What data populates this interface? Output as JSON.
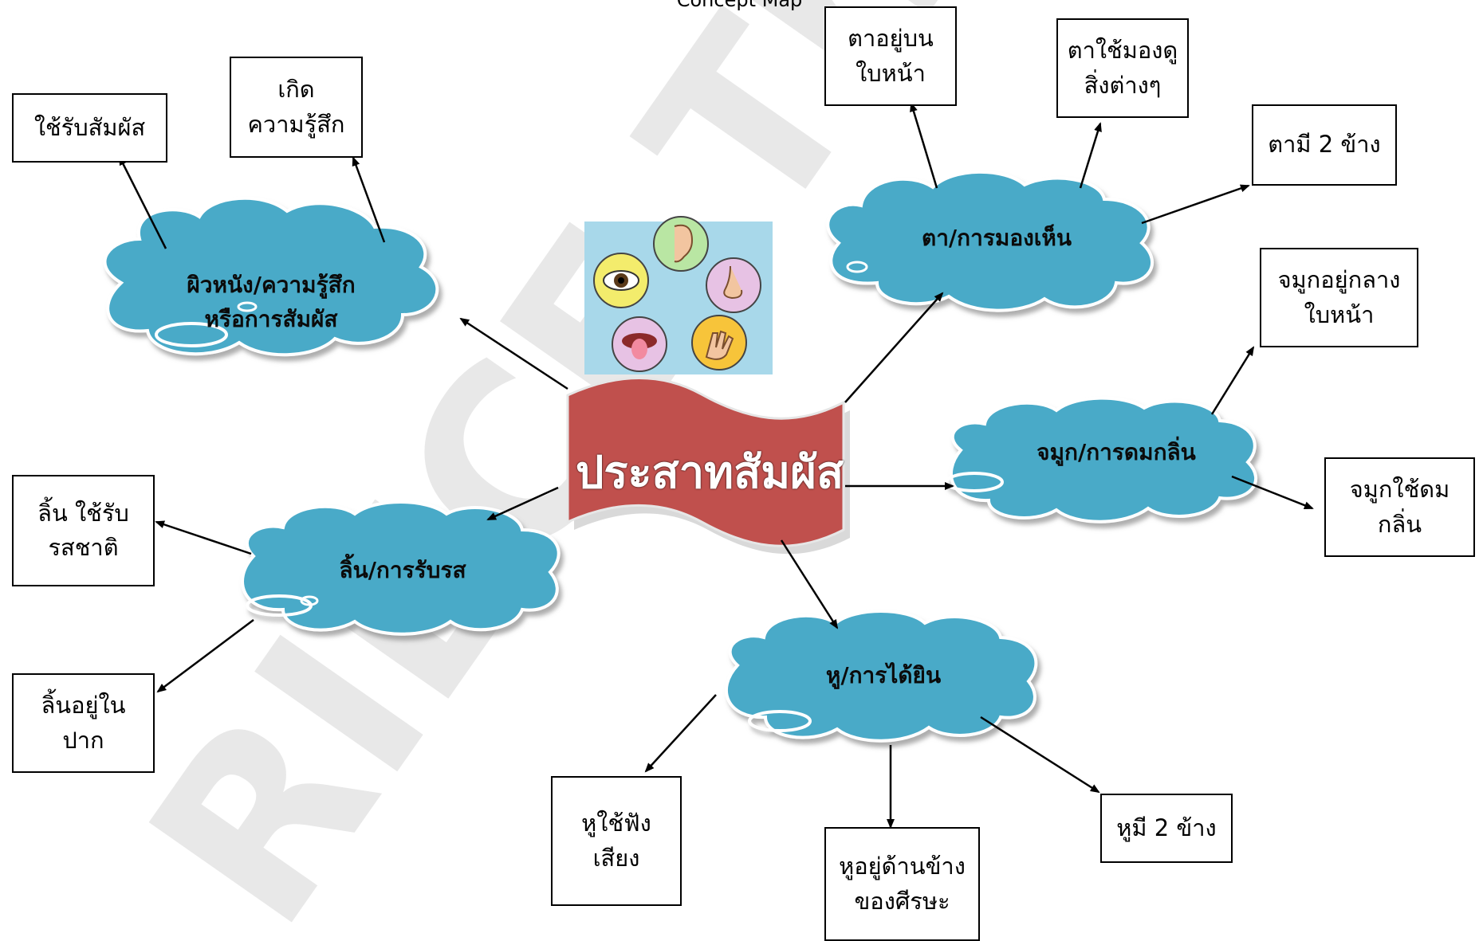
{
  "title": "Concept Map",
  "center": {
    "label": "ประสาทสัมผัส"
  },
  "clouds": {
    "skin": "ผิวหนัง/ความรู้สึก\nหรือการสัมผัส",
    "eye": "ตา/การมองเห็น",
    "nose": "จมูก/การดมกลิ่น",
    "tongue": "ลิ้น/การรับรส",
    "ear": "หู/การได้ยิน"
  },
  "boxes": {
    "skin_use": "ใช้รับสัมผัส",
    "skin_feel": "เกิด\nความรู้สึก",
    "eye_face": "ตาอยู่บน\nใบหน้า",
    "eye_see": "ตาใช้มองดู\nสิ่งต่างๆ",
    "eye_two": "ตามี 2 ข้าง",
    "nose_mid": "จมูกอยู่กลาง\nใบหน้า",
    "nose_smell": "จมูกใช้ดม\nกลิ่น",
    "tongue_taste": "ลิ้น ใช้รับ\nรสชาติ",
    "tongue_mouth": "ลิ้นอยู่ใน\nปาก",
    "ear_listen": "หูใช้ฟัง\nเสียง",
    "ear_side": "หูอยู่ด้านข้าง\nของศีรษะ",
    "ear_two": "หูมี 2 ข้าง"
  },
  "watermark": "RIECE Thailand",
  "colors": {
    "cloud": "#4aaac8",
    "banner": "#c0504d",
    "senses_bg": "#a8d8ea"
  }
}
